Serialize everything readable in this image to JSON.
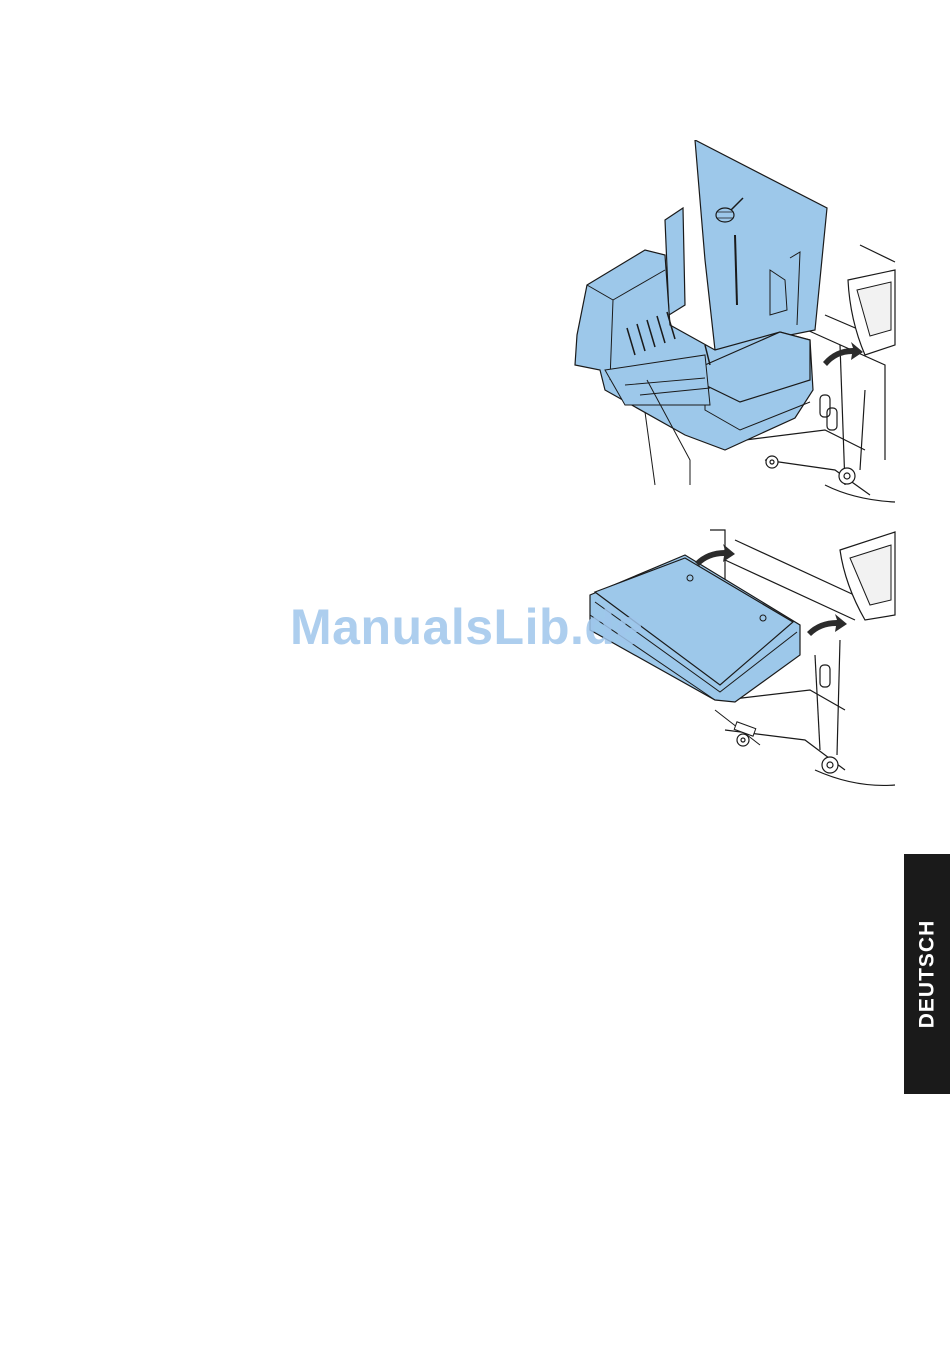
{
  "watermark": {
    "text": "ManualsLib.de",
    "color": "#9fc6ec"
  },
  "side_tab": {
    "label": "DEUTSCH",
    "background": "#1a1a1a",
    "text_color": "#ffffff"
  },
  "colors": {
    "part_fill": "#9dc8ea",
    "line": "#1a1a1a",
    "accent_arrow": "#2b2b2b"
  },
  "figures": [
    {
      "name": "upright-feeder-tray-illustration"
    },
    {
      "name": "flat-feeder-tray-illustration"
    }
  ]
}
